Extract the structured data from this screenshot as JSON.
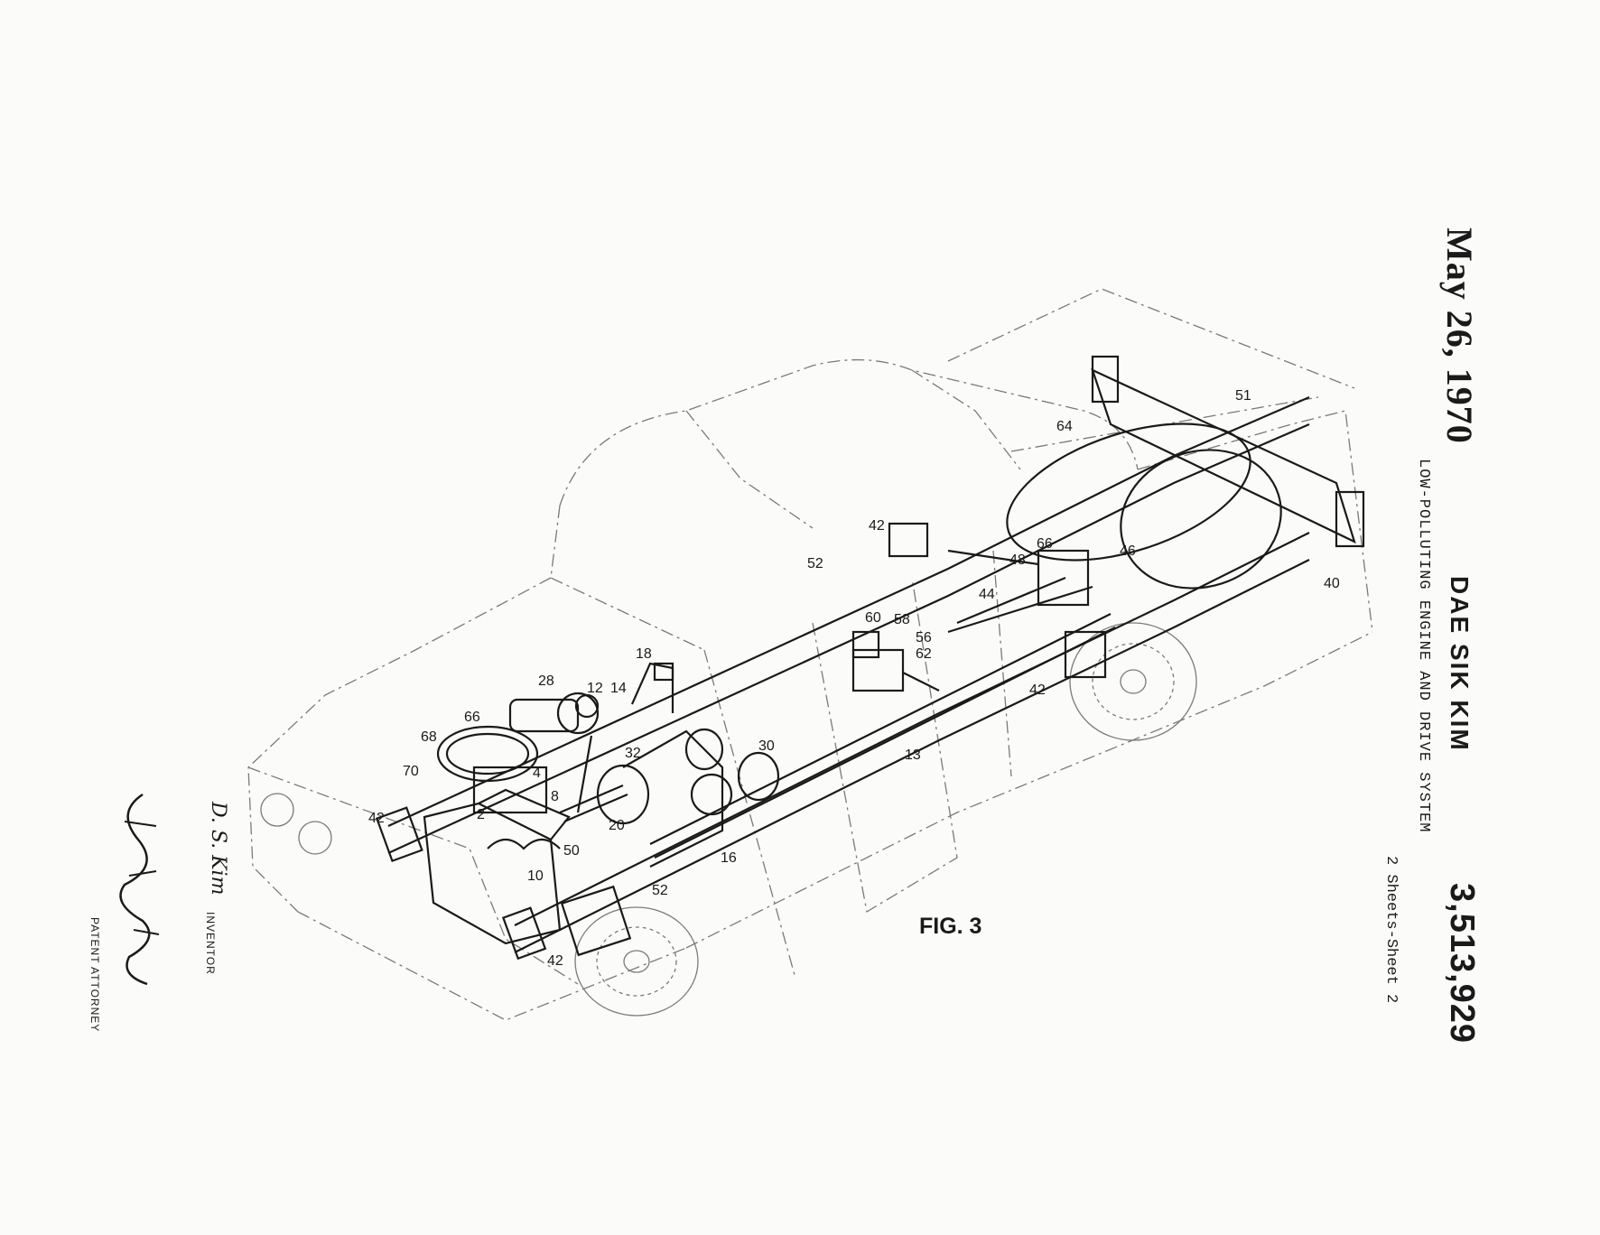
{
  "header": {
    "date": "May 26, 1970",
    "inventor": "DAE SIK KIM",
    "patent_number": "3,513,929",
    "title": "LOW-POLLUTING ENGINE AND DRIVE SYSTEM",
    "sheets": "2 Sheets-Sheet 2"
  },
  "figure": {
    "label": "FIG. 3"
  },
  "signature": {
    "inventor_name": "D. S. Kim",
    "inventor_role": "INVENTOR",
    "attorney_role": "PATENT ATTORNEY"
  },
  "refs": {
    "r51": "51",
    "r64": "64",
    "r42a": "42",
    "r52a": "52",
    "r48": "48",
    "r66a": "66",
    "r46": "46",
    "r40": "40",
    "r44": "44",
    "r60": "60",
    "r58": "58",
    "r56": "56",
    "r62": "62",
    "r42b": "42",
    "r18": "18",
    "r28": "28",
    "r12": "12",
    "r14": "14",
    "r66b": "66",
    "r68": "68",
    "r70": "70",
    "r4": "4",
    "r32": "32",
    "r30": "30",
    "r13": "13",
    "r8": "8",
    "r20": "20",
    "r2": "2",
    "r42c": "42",
    "r50": "50",
    "r16": "16",
    "r10": "10",
    "r52b": "52",
    "r42d": "42"
  },
  "colors": {
    "paper": "#fbfbf9",
    "ink": "#1a1a1a",
    "faint": "#7a7a7a"
  }
}
